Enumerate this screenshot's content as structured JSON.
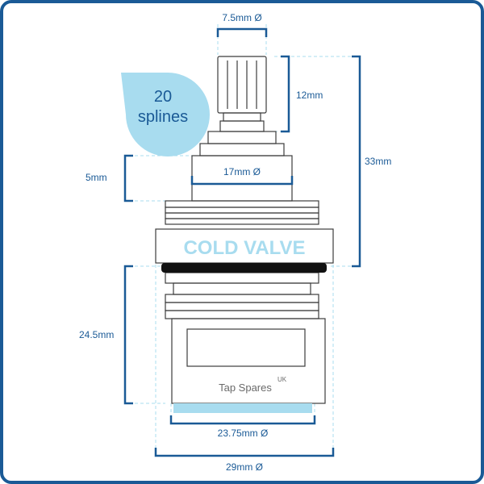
{
  "frame_color": "#1a5a96",
  "accent_color": "#a8dcef",
  "outline_color": "#3c3c3c",
  "dimension_color": "#1a5a96",
  "badge": {
    "line1": "20",
    "line2": "splines"
  },
  "body_label": "COLD VALVE",
  "brand": {
    "name": "Tap Spares",
    "suffix": "UK"
  },
  "dimensions": {
    "spindle_diameter": "7.5mm Ø",
    "spindle_height": "12mm",
    "total_height": "33mm",
    "collar_height": "5mm",
    "collar_diameter": "17mm Ø",
    "lower_height": "24.5mm",
    "base_diameter": "23.75mm Ø",
    "outer_diameter": "29mm Ø"
  }
}
